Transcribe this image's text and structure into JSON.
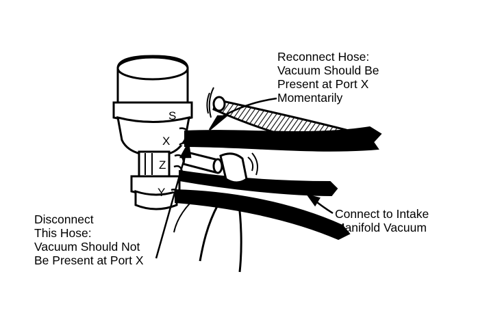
{
  "ports": {
    "s": "S",
    "x": "X",
    "z": "Z",
    "y": "Y"
  },
  "callouts": {
    "reconnect": [
      "Reconnect Hose:",
      "Vacuum Should Be",
      "Present at Port X",
      "Momentarily"
    ],
    "disconnect": [
      "Disconnect",
      "This Hose:",
      "Vacuum Should Not",
      "Be Present at Port X"
    ],
    "manifold": [
      "Connect to Intake",
      "Manifold Vacuum"
    ]
  },
  "colors": {
    "ink": "#000000",
    "paper": "#ffffff"
  }
}
